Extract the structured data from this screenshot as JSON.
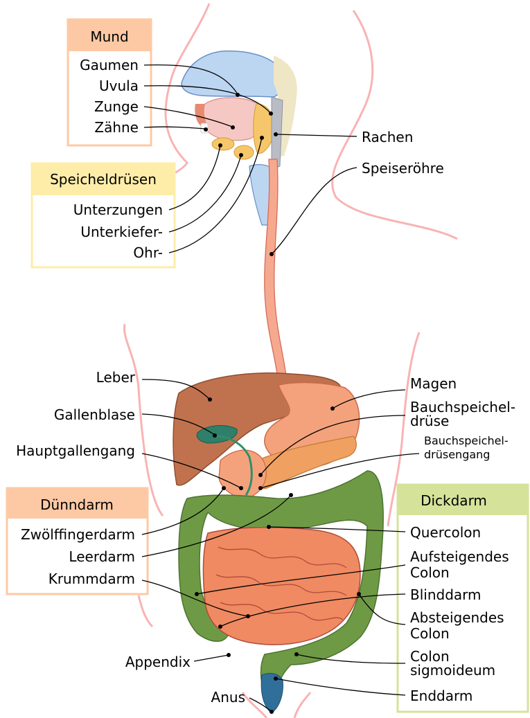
{
  "groups": {
    "mund": {
      "title": "Mund",
      "items": [
        "Gaumen",
        "Uvula",
        "Zunge",
        "Zähne"
      ],
      "color": "#fdc9a4"
    },
    "speichel": {
      "title": "Speicheldrüsen",
      "items": [
        "Unterzungen",
        "Unterkiefer-",
        "Ohr-"
      ],
      "color": "#fdeda9"
    },
    "duenndarm": {
      "title": "Dünndarm",
      "items": [
        "Zwölffingerdarm",
        "Leerdarm",
        "Krummdarm"
      ],
      "color": "#fdc9a4"
    },
    "dickdarm": {
      "title": "Dickdarm",
      "items": [
        "Quercolon",
        "Aufsteigendes",
        "Colon",
        "Blinddarm",
        "Absteigendes",
        "Colon",
        "Colon",
        "sigmoideum",
        "Enddarm"
      ],
      "color": "#d5e39a"
    }
  },
  "labels": {
    "rachen": "Rachen",
    "speiseroehre": "Speiseröhre",
    "leber": "Leber",
    "gallenblase": "Gallenblase",
    "hauptgallengang": "Hauptgallengang",
    "magen": "Magen",
    "bauchspeicheldruese": [
      "Bauchspeichel-",
      "drüse"
    ],
    "bauchspeicheldruesengang": [
      "Bauchspeichel-",
      "drüsengang"
    ],
    "appendix": "Appendix",
    "anus": "Anus"
  },
  "colors": {
    "body_outline": "#f9b3b3",
    "liver": "#c0724e",
    "stomach": "#f4a27c",
    "intestine_small": "#ef8a62",
    "intestine_large": "#6f9a45",
    "gallbladder": "#2f7f6a",
    "pancreas": "#f0a060",
    "oral": "#f6c76a",
    "palate": "#bcd6f2"
  }
}
